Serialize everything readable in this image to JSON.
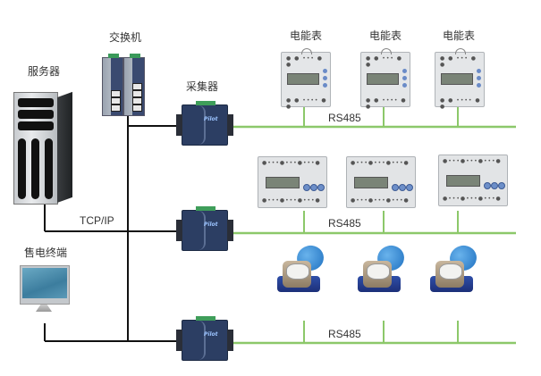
{
  "labels": {
    "server": "服务器",
    "switch": "交换机",
    "collector": "采集器",
    "terminal": "售电终端",
    "tcpip": "TCP/IP",
    "meter_row1": [
      "电能表",
      "电能表",
      "电能表"
    ]
  },
  "buses": [
    {
      "name": "RS485",
      "device_type": "single-phase energy meter",
      "device_count": 3
    },
    {
      "name": "RS485",
      "device_type": "three-phase energy meter",
      "device_count": 3
    },
    {
      "name": "RS485",
      "device_type": "water meter",
      "device_count": 3
    }
  ],
  "colors": {
    "tcpip_line": "#111111",
    "rs485_line": "#8cc86a",
    "label_text": "#333333"
  },
  "device_brand": "Pilot"
}
